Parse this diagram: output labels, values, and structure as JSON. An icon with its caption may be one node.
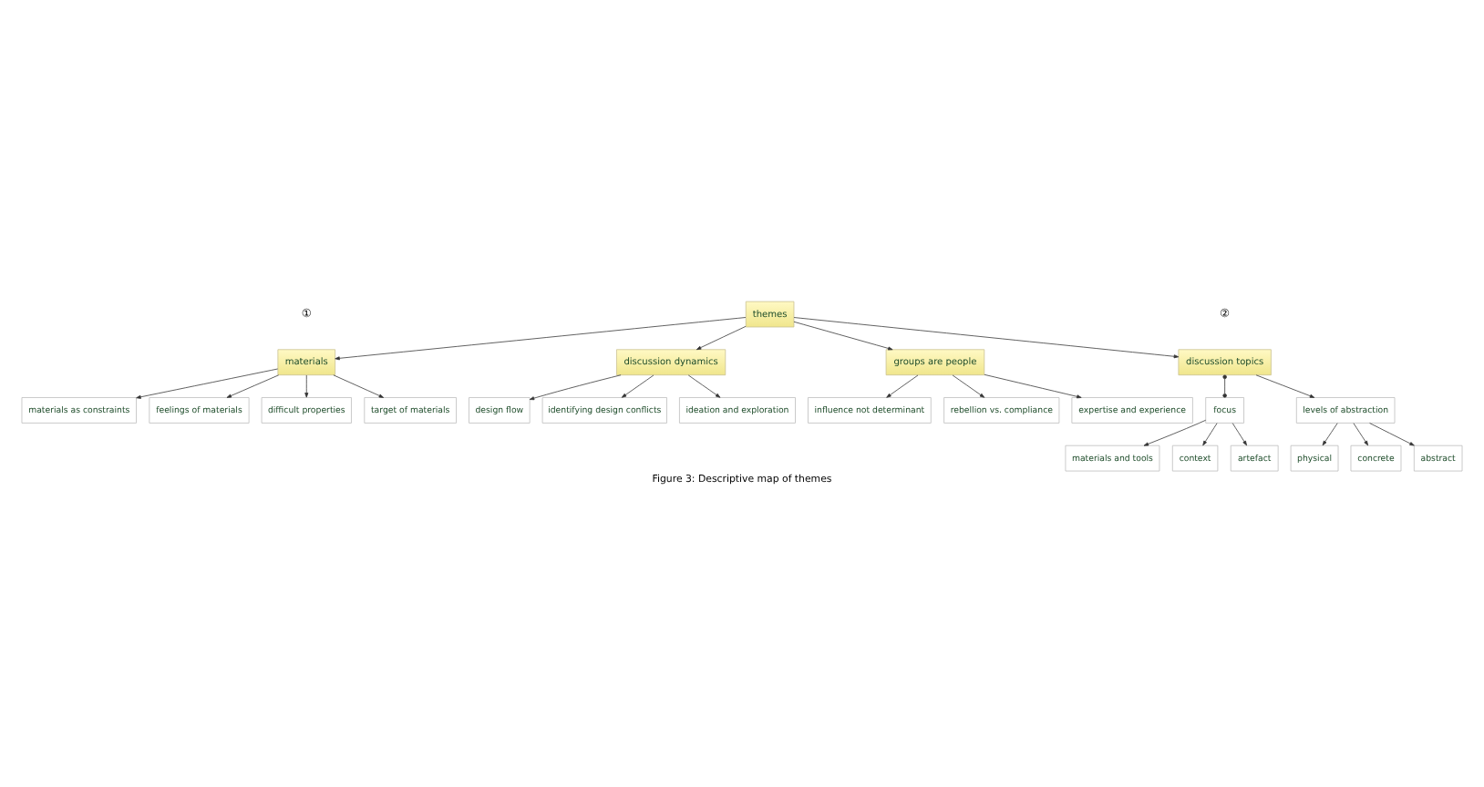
{
  "diagram": {
    "caption": "Figure 3: Descriptive map of themes",
    "nodes": [
      {
        "text": [
          "themes"
        ]
      },
      {
        "text": [
          "groups are people"
        ]
      },
      {
        "text": [
          "influence not determinant"
        ]
      },
      {
        "text": [
          "rebellion vs. compliance"
        ]
      },
      {
        "text": [
          "expertise and experience"
        ]
      },
      {
        "text": [
          "materials"
        ]
      },
      {
        "text": [
          "discussion topics"
        ]
      },
      {
        "text": [
          "discussion dynamics"
        ]
      },
      {
        "text": [
          "target of materials"
        ]
      },
      {
        "text": [
          "materials as constraints"
        ]
      },
      {
        "text": [
          "feelings of materials"
        ]
      },
      {
        "text": [
          "difficult properties"
        ]
      },
      {
        "text": [
          "focus"
        ]
      },
      {
        "text": [
          "levels of abstraction"
        ]
      },
      {
        "text": [
          "materials and tools"
        ]
      },
      {
        "text": [
          "context"
        ]
      },
      {
        "text": [
          "artefact"
        ]
      },
      {
        "text": [
          "physical"
        ]
      },
      {
        "text": [
          "concrete"
        ]
      },
      {
        "text": [
          "abstract"
        ]
      },
      {
        "text": [
          "ideation and exploration"
        ]
      },
      {
        "text": [
          "design flow"
        ]
      },
      {
        "text": [
          "identifying design conflicts"
        ]
      }
    ],
    "edges": [
      {
        "from": 0,
        "to": 5,
        "arrow": "to"
      },
      {
        "from": 0,
        "to": 6,
        "arrow": "to"
      },
      {
        "from": 0,
        "to": 7,
        "arrow": "to"
      },
      {
        "from": 0,
        "to": 1,
        "arrow": "to"
      },
      {
        "from": 1,
        "to": 2,
        "arrow": "to"
      },
      {
        "from": 1,
        "to": 3,
        "arrow": "to"
      },
      {
        "from": 1,
        "to": 4,
        "arrow": "to"
      },
      {
        "from": 5,
        "to": 8,
        "arrow": "to"
      },
      {
        "from": 5,
        "to": 9,
        "arrow": "to"
      },
      {
        "from": 5,
        "to": 10,
        "arrow": "to"
      },
      {
        "from": 5,
        "to": 11,
        "arrow": "to"
      },
      {
        "from": 6,
        "to": 12,
        "arrow": "other"
      },
      {
        "from": 6,
        "to": 13,
        "arrow": "to"
      },
      {
        "from": 12,
        "to": 14,
        "arrow": "to"
      },
      {
        "from": 12,
        "to": 15,
        "arrow": "to"
      },
      {
        "from": 12,
        "to": 16,
        "arrow": "to"
      },
      {
        "from": 13,
        "to": 17,
        "arrow": "to"
      },
      {
        "from": 13,
        "to": 18,
        "arrow": "to"
      },
      {
        "from": 13,
        "to": 19,
        "arrow": "to"
      },
      {
        "from": 7,
        "to": 20,
        "arrow": "to"
      },
      {
        "from": 7,
        "to": 21,
        "arrow": "to"
      },
      {
        "from": 7,
        "to": 22,
        "arrow": "to"
      }
    ],
    "labels": [
      "①",
      "②"
    ]
  }
}
